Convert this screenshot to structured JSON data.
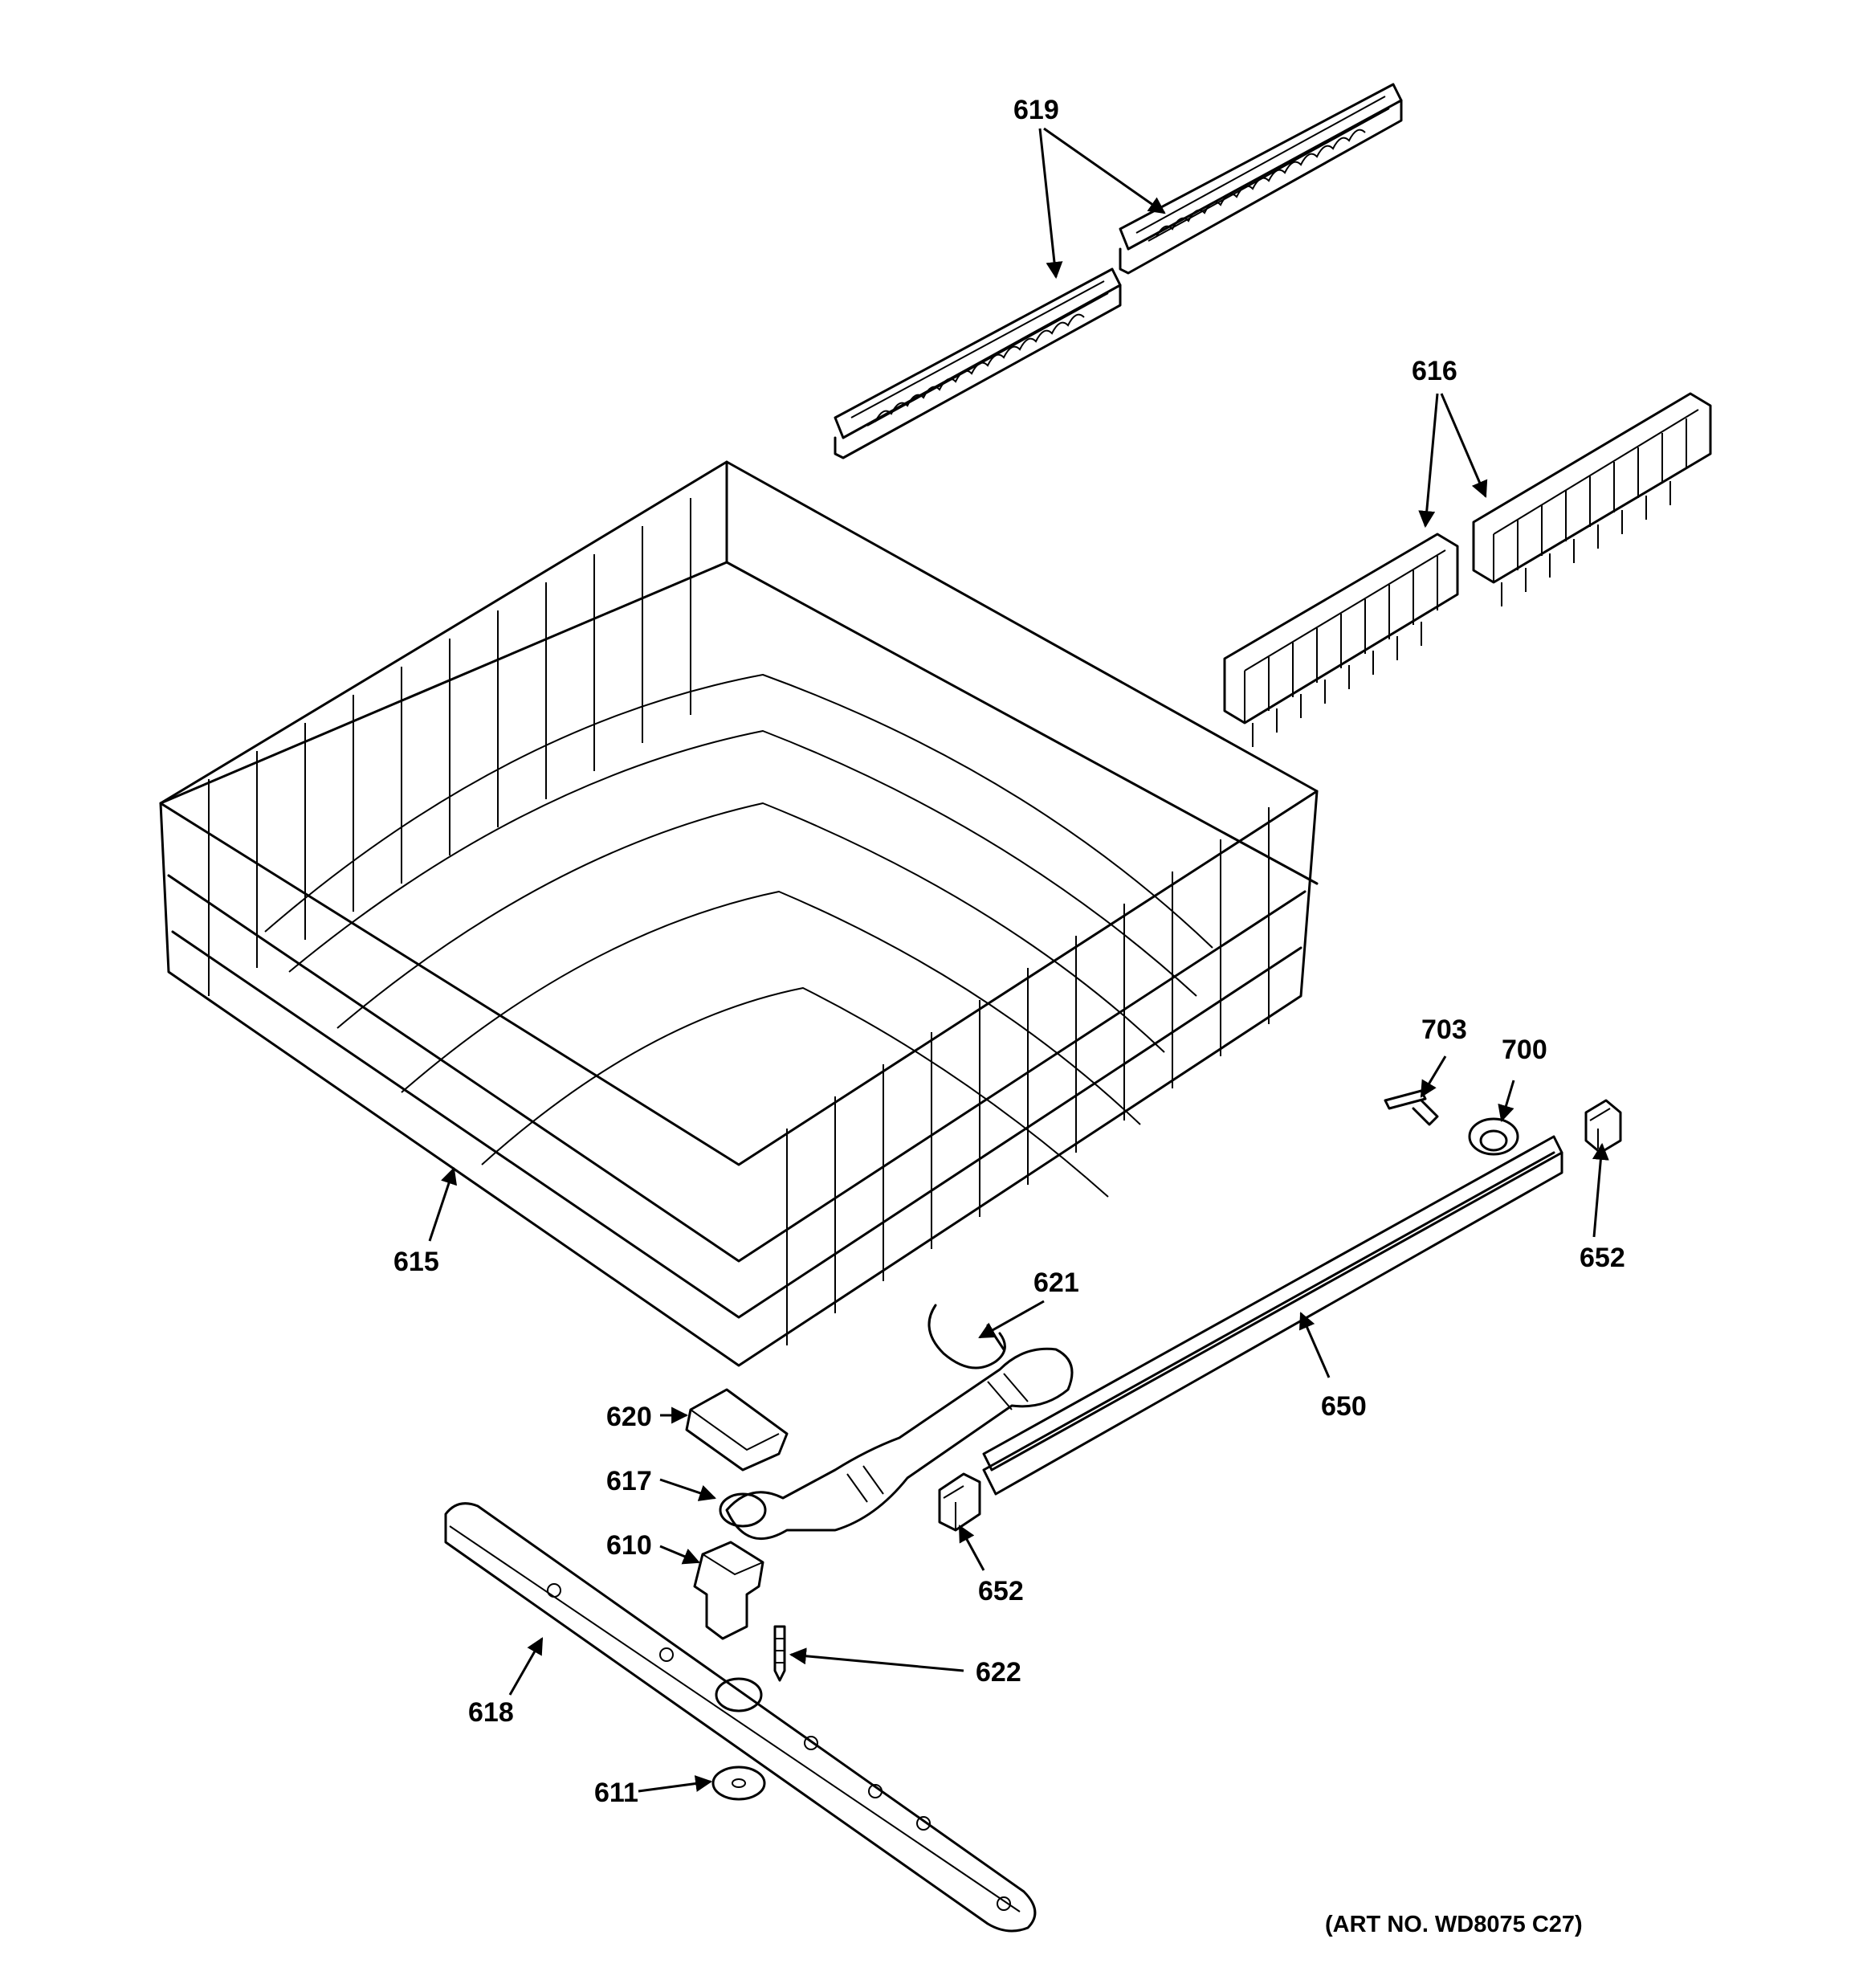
{
  "callouts": {
    "c619": "619",
    "c616": "616",
    "c615": "615",
    "c703": "703",
    "c700": "700",
    "c652a": "652",
    "c621": "621",
    "c650": "650",
    "c620": "620",
    "c617": "617",
    "c610": "610",
    "c652b": "652",
    "c622": "622",
    "c618": "618",
    "c611": "611"
  },
  "art_number": "(ART NO. WD8075 C27)"
}
